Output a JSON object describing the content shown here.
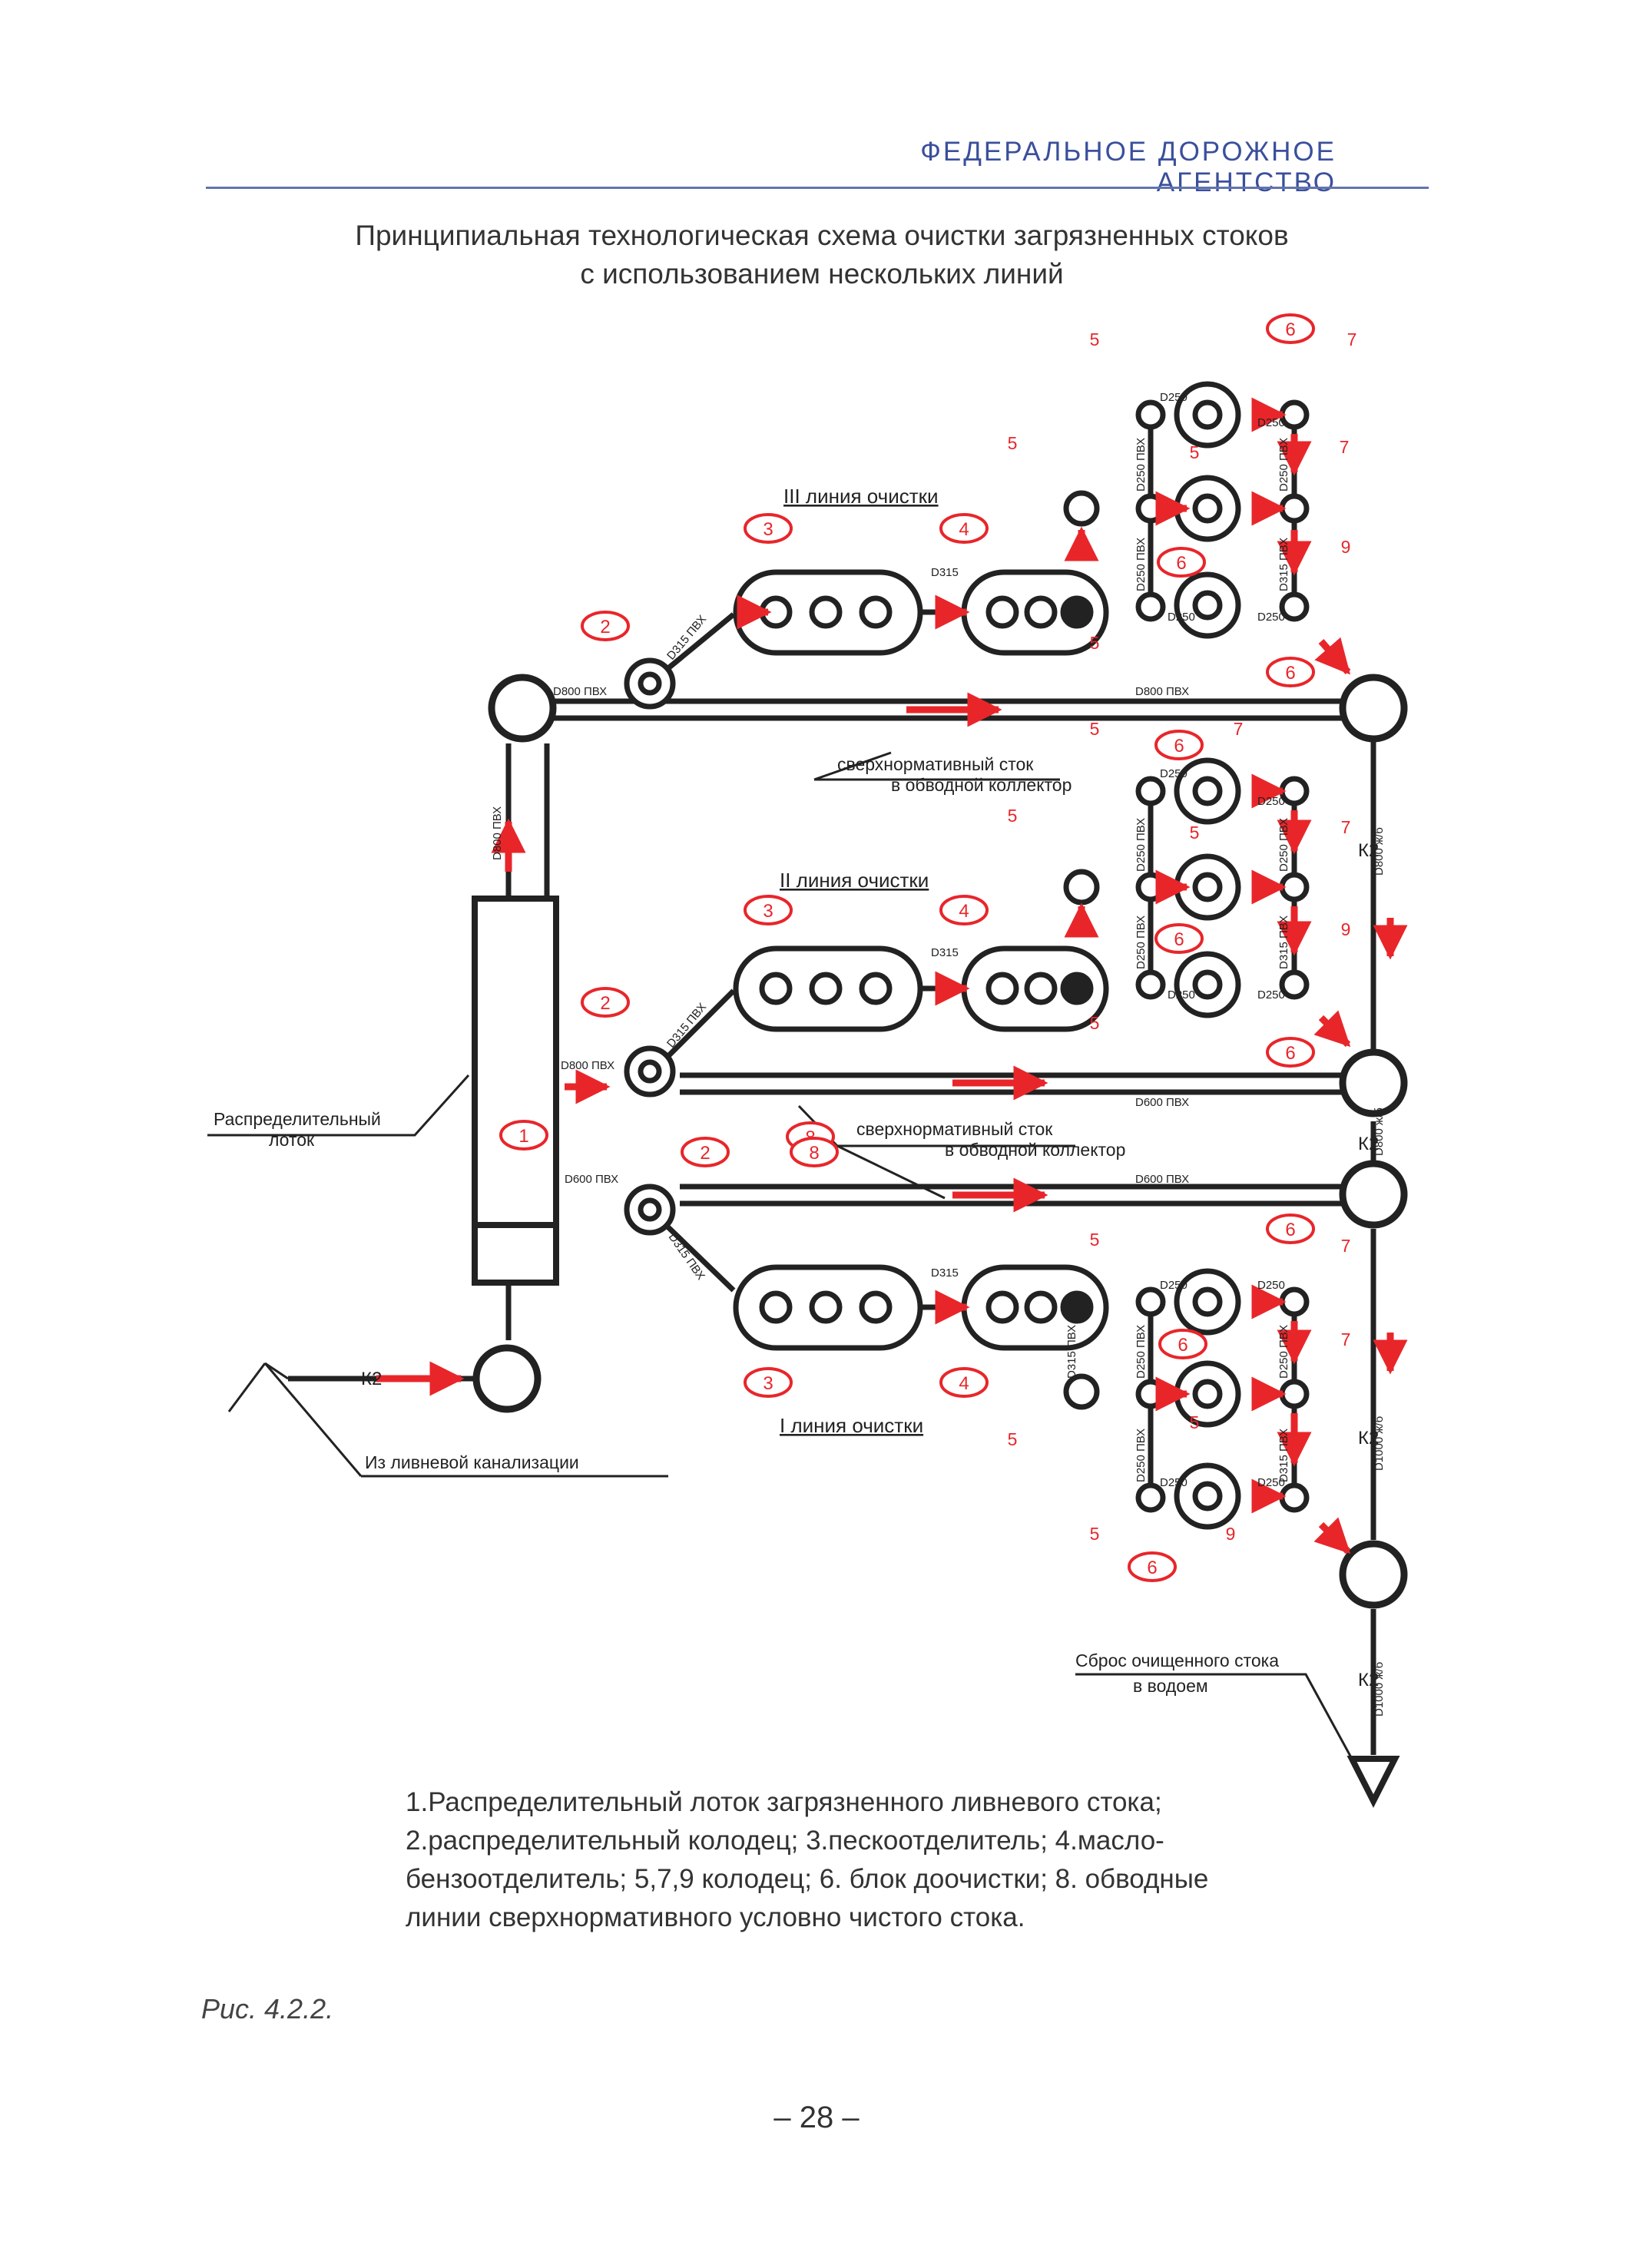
{
  "header": {
    "agency": "ФЕДЕРАЛЬНОЕ  ДОРОЖНОЕ  АГЕНТСТВО"
  },
  "title": {
    "line1": "Принципиальная технологическая схема очистки загрязненных стоков",
    "line2": "с использованием нескольких линий"
  },
  "colors": {
    "accent": "#e8262a",
    "line": "#222222",
    "heading": "#3a4f9c"
  },
  "diagram": {
    "line_labels": {
      "line3": "III линия очистки",
      "line2": "II линия очистки",
      "line1": "I линия очистки"
    },
    "notes": {
      "excess_a": "сверхнормативный сток",
      "excess_b": "в обводной коллектор",
      "distributor_a": "Распределительный",
      "distributor_b": "лоток",
      "storm_sewer": "Из  ливневой канализации",
      "discharge_a": "Сброс очищенного стока",
      "discharge_b": "в водоем"
    },
    "pipes": {
      "d800": "D800 ПВХ",
      "d600": "D600 ПВХ",
      "d315": "D315 ПВХ",
      "d315s": "D315",
      "d250": "D250",
      "d250p": "D250 ПВХ",
      "d1000": "D1000 ж/б",
      "d800jb": "D800 ж/б",
      "k2": "К2"
    },
    "markers": {
      "m1": "1",
      "m2": "2",
      "m3": "3",
      "m4": "4",
      "m5": "5",
      "m6": "6",
      "m7": "7",
      "m8": "8",
      "m9": "9"
    }
  },
  "legend": {
    "line1": "1.Распределительный лоток загрязненного ливневого стока;",
    "line2": "2.распределительный колодец; 3.пескоотделитель; 4.масло-",
    "line3": "бензоотделитель; 5,7,9 колодец; 6. блок доочистки; 8. обводные",
    "line4": "линии сверхнормативного условно чистого стока."
  },
  "caption": "Рис. 4.2.2.",
  "page_number": "– 28 –"
}
